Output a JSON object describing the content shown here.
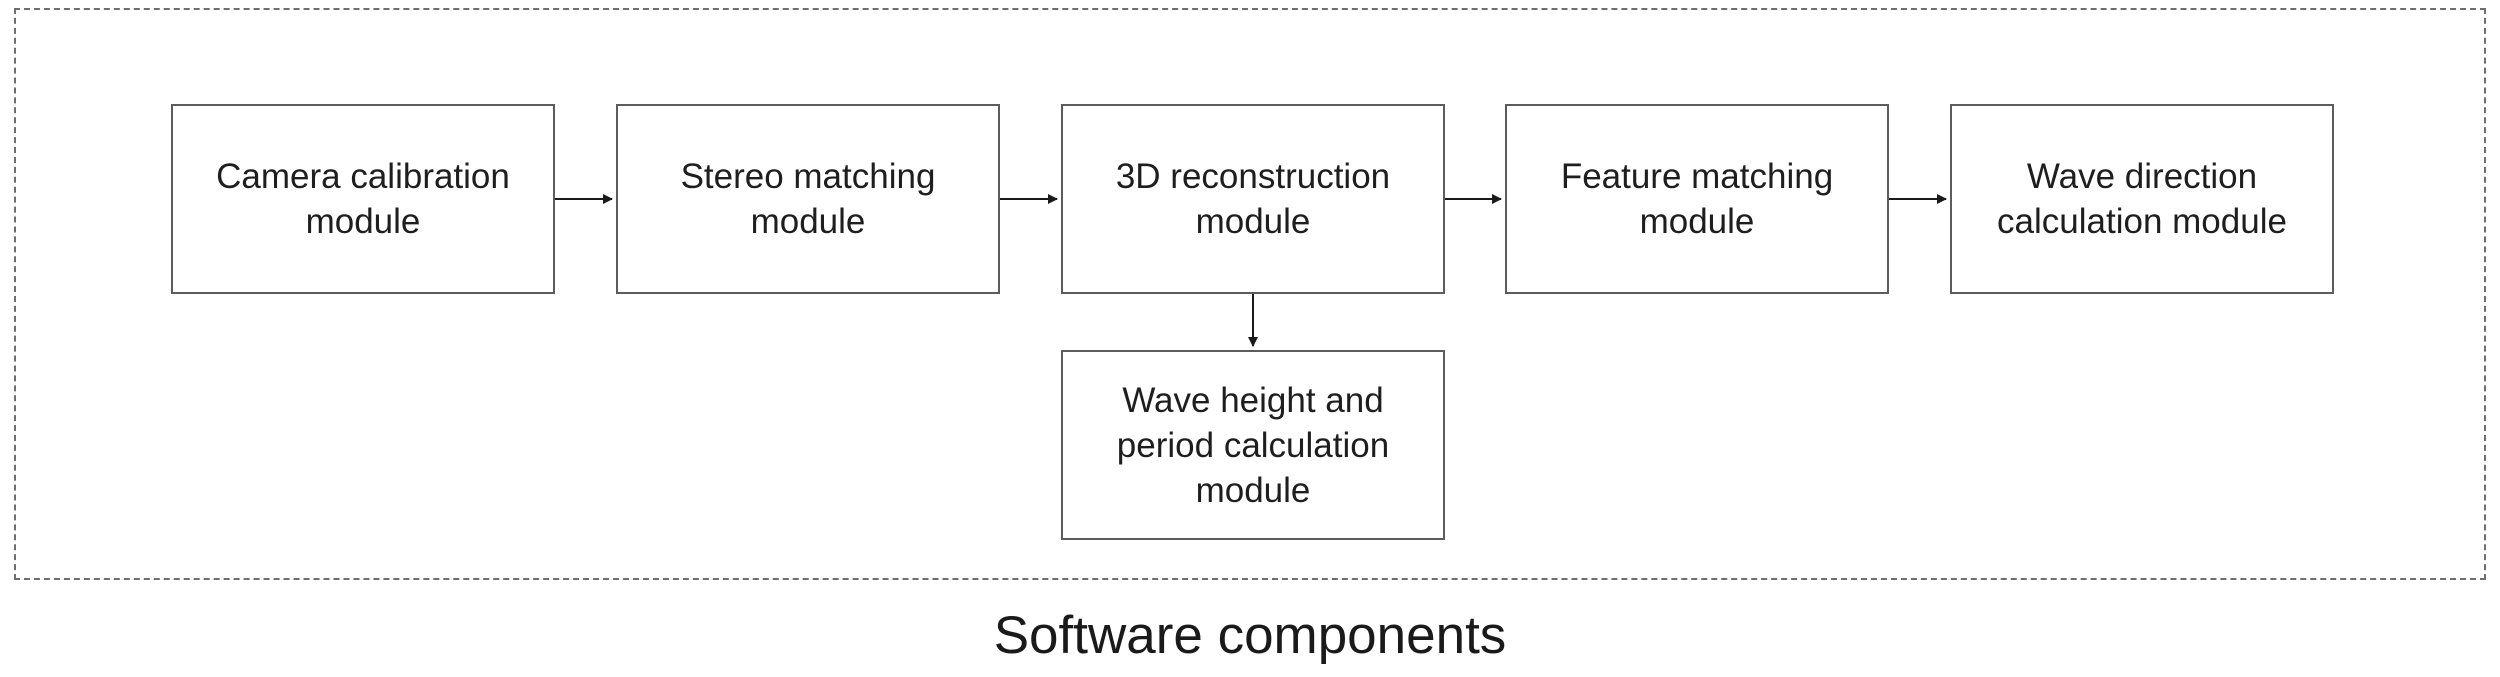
{
  "diagram": {
    "modules": [
      {
        "id": "camera-calibration",
        "label": "Camera calibration\nmodule"
      },
      {
        "id": "stereo-matching",
        "label": "Stereo matching\nmodule"
      },
      {
        "id": "3d-reconstruction",
        "label": "3D reconstruction\nmodule"
      },
      {
        "id": "feature-matching",
        "label": "Feature matching\nmodule"
      },
      {
        "id": "wave-direction",
        "label": "Wave direction\ncalculation module"
      },
      {
        "id": "wave-height-period",
        "label": "Wave height and\nperiod calculation\nmodule"
      }
    ],
    "edges": [
      {
        "from": "camera-calibration",
        "to": "stereo-matching"
      },
      {
        "from": "stereo-matching",
        "to": "3d-reconstruction"
      },
      {
        "from": "3d-reconstruction",
        "to": "feature-matching"
      },
      {
        "from": "feature-matching",
        "to": "wave-direction"
      },
      {
        "from": "3d-reconstruction",
        "to": "wave-height-period"
      }
    ],
    "caption": "Software components",
    "colors": {
      "box_border": "#5c5c5c",
      "frame_border": "#6e6e6e",
      "arrow": "#1a1a1a",
      "text": "#1e1e1e"
    }
  }
}
